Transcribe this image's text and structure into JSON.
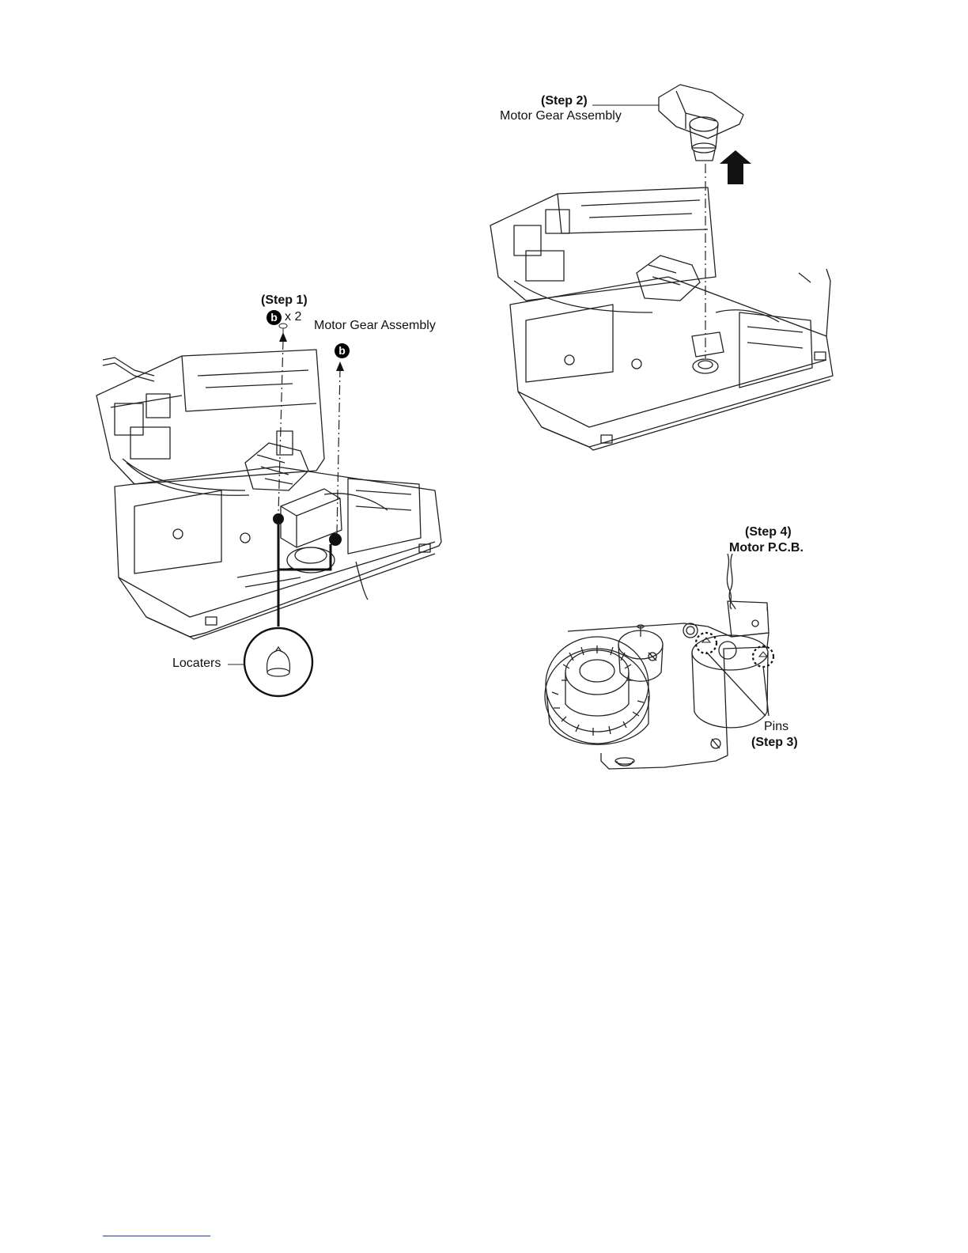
{
  "figure_left": {
    "step1_label": "(Step 1)",
    "screw_badge": "b",
    "screw_count": "x 2",
    "motor_gear_label": "Motor Gear Assembly",
    "screw_badge_2": "b",
    "locaters_label": "Locaters"
  },
  "figure_right_top": {
    "step2_label": "(Step 2)",
    "motor_gear_label": "Motor Gear Assembly"
  },
  "figure_right_bottom": {
    "step4_label": "(Step 4)",
    "motor_pcb_label": "Motor P.C.B.",
    "pins_label": "Pins",
    "step3_label": "(Step 3)"
  }
}
